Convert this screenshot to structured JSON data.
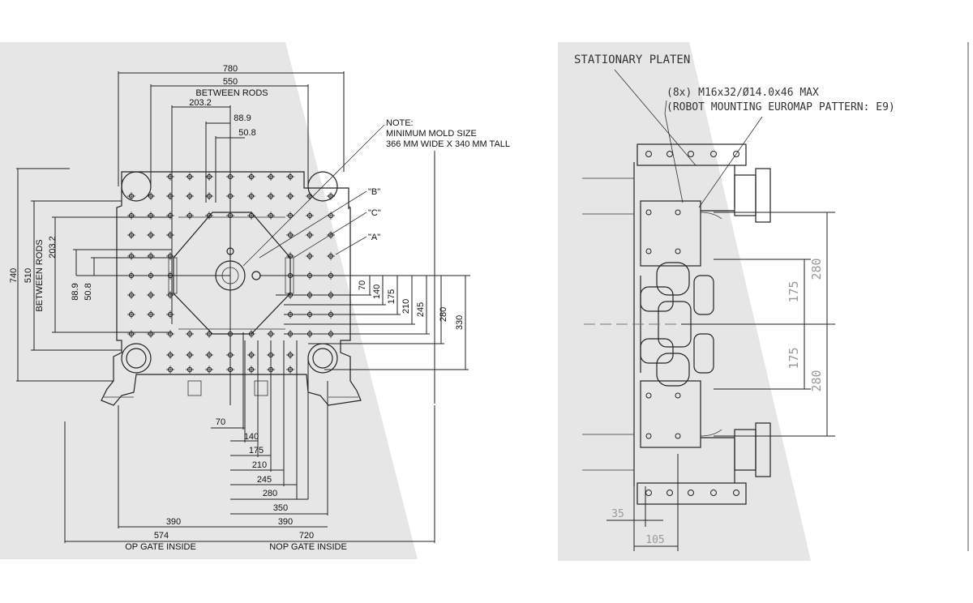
{
  "colors": {
    "shade": "#e6e6e6",
    "ink": "#1a1a1a",
    "light_ink": "#999999"
  },
  "left_panel": {
    "top_dims": {
      "d780": "780",
      "d550": "550",
      "between_rods": "BETWEEN RODS",
      "d203": "203.2",
      "d889": "88.9",
      "d508": "50.8"
    },
    "note": {
      "l1": "NOTE:",
      "l2": "MINIMUM MOLD SIZE",
      "l3": "366 MM WIDE X 340 MM TALL"
    },
    "callouts": {
      "b": "\"B\"",
      "c": "\"C\"",
      "a": "\"A\""
    },
    "left_dims": {
      "d740": "740",
      "d510": "510",
      "between_rods": "BETWEEN RODS",
      "d203": "203.2",
      "d889": "88.9",
      "d508": "50.8"
    },
    "right_dims": {
      "d70": "70",
      "d140": "140",
      "d175": "175",
      "d210": "210",
      "d245": "245",
      "d280": "280",
      "d330": "330"
    },
    "bottom_dims": {
      "d70": "70",
      "d140": "140",
      "d175": "175",
      "d210": "210",
      "d245": "245",
      "d280": "280",
      "d350": "350",
      "d390l": "390",
      "d390r": "390",
      "d574": "574",
      "d720": "720"
    },
    "gates": {
      "op": "OP GATE INSIDE",
      "nop": "NOP GATE INSIDE"
    }
  },
  "right_panel": {
    "title": "STATIONARY PLATEN",
    "spec1": "(8x) M16x32/Ø14.0x46 MAX",
    "spec2": "(ROBOT MOUNTING EUROMAP PATTERN: E9)",
    "dims": {
      "d175a": "175",
      "d175b": "175",
      "d280a": "280",
      "d280b": "280",
      "d35": "35",
      "d105": "105"
    }
  }
}
